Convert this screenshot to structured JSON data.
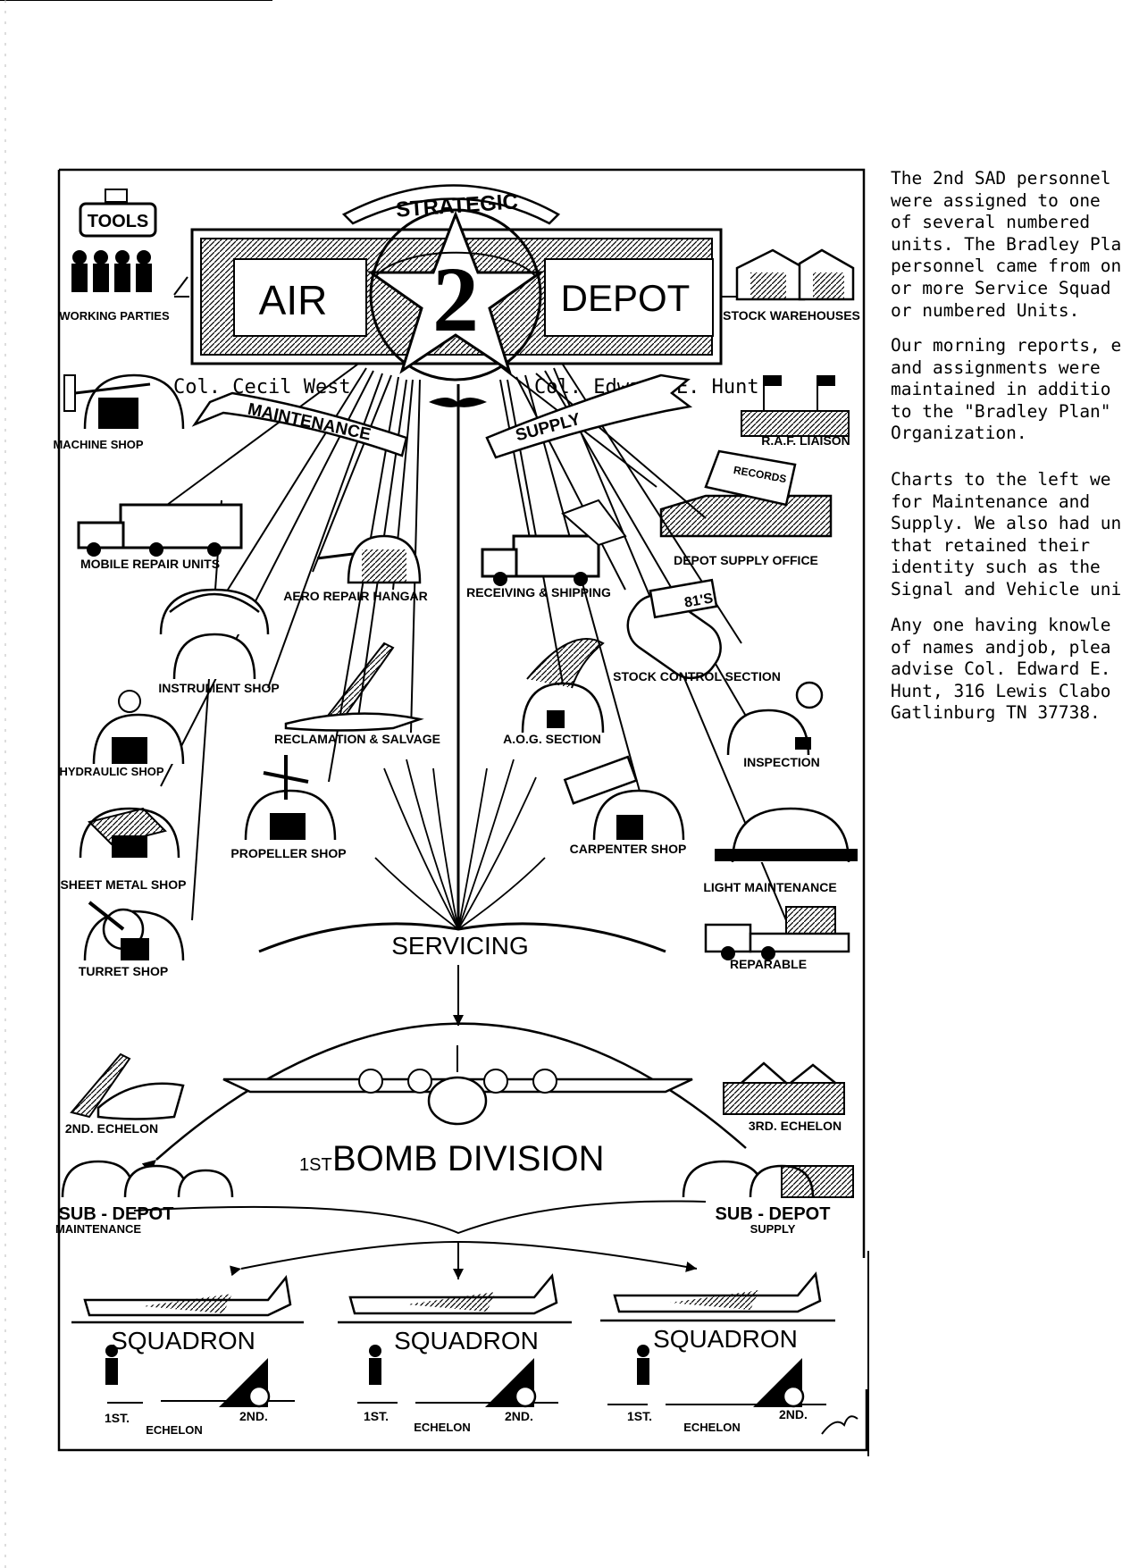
{
  "header": {
    "strategic": "STRATEGIC",
    "air": "AIR",
    "number": "2",
    "depot": "DEPOT"
  },
  "officers": {
    "maintenance": "Col. Cecil West",
    "supply": "Col. Edward E. Hunt"
  },
  "banners": {
    "maintenance": "MAINTENANCE",
    "supply": "SUPPLY"
  },
  "left_units": [
    {
      "label": "TOOLS"
    },
    {
      "label": "WORKING PARTIES"
    },
    {
      "label": "MACHINE SHOP"
    },
    {
      "label": "MOBILE REPAIR UNITS"
    },
    {
      "label": "INSTRUMENT SHOP"
    },
    {
      "label": "HYDRAULIC SHOP"
    },
    {
      "label": "SHEET METAL SHOP"
    },
    {
      "label": "TURRET SHOP"
    }
  ],
  "center_left_units": [
    {
      "label": "AERO REPAIR HANGAR"
    },
    {
      "label": "RECLAMATION & SALVAGE"
    },
    {
      "label": "PROPELLER SHOP"
    }
  ],
  "center_right_units": [
    {
      "label": "RECEIVING & SHIPPING"
    },
    {
      "label": "A.O.G. SECTION"
    },
    {
      "label": "CARPENTER SHOP"
    }
  ],
  "right_units": [
    {
      "label": "STOCK WAREHOUSES"
    },
    {
      "label": "R.A.F. LIAISON"
    },
    {
      "label": "RECORDS"
    },
    {
      "label": "DEPOT SUPPLY OFFICE"
    },
    {
      "label": "81'S"
    },
    {
      "label": "STOCK CONTROL SECTION"
    },
    {
      "label": "INSPECTION"
    },
    {
      "label": "LIGHT MAINTENANCE"
    },
    {
      "label": "REPARABLE"
    }
  ],
  "servicing": "SERVICING",
  "division": {
    "prefix": "1ST",
    "name": "BOMB DIVISION"
  },
  "echelons": {
    "second": "2ND. ECHELON",
    "third": "3RD. ECHELON"
  },
  "sub_depots": {
    "maintenance_main": "SUB - DEPOT",
    "maintenance_sub": "MAINTENANCE",
    "supply_main": "SUB - DEPOT",
    "supply_sub": "SUPPLY"
  },
  "squadrons": [
    {
      "name": "SQUADRON",
      "first": "1ST.",
      "second": "2ND.",
      "echelon": "ECHELON"
    },
    {
      "name": "SQUADRON",
      "first": "1ST.",
      "second": "2ND.",
      "echelon": "ECHELON"
    },
    {
      "name": "SQUADRON",
      "first": "1ST.",
      "second": "2ND.",
      "echelon": "ECHELON"
    }
  ],
  "side_text": [
    "The 2nd SAD personnel\nwere assigned to one\nof several numbered\nunits. The Bradley Pla\npersonnel came from on\nor more Service Squad\nor numbered Units.",
    "Our morning reports, e\nand assignments were\nmaintained in additio\nto the \"Bradley Plan\"\nOrganization.",
    "Charts to the left we\nfor Maintenance and\nSupply. We also had un\nthat retained their\nidentity such as the\nSignal and Vehicle uni",
    "Any one having knowle\nof names andjob, plea\nadvise Col. Edward E.\nHunt, 316 Lewis Clabo\nGatlinburg TN 37738."
  ]
}
